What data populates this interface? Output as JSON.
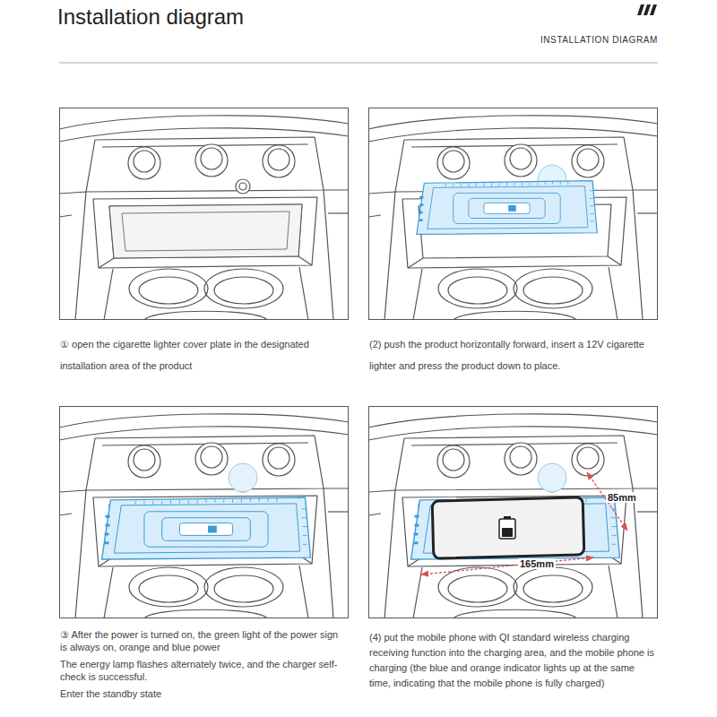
{
  "diagram": {
    "title": "Installation diagram",
    "nodes": [
      {
        "text": [
          "① open the cigarette lighter cover plate in the designated installation area of the product"
        ]
      },
      {
        "text": [
          "(2) push the product horizontally forward, insert a 12V cigarette lighter and press the product down to place."
        ]
      },
      {
        "text": [
          "③ After the power is turned on, the green light of the power sign is always on, orange and blue power",
          "The energy lamp flashes alternately twice, and the charger self-check is successful.",
          "Enter the standby state"
        ]
      },
      {
        "text": [
          "(4) put the mobile phone with QI standard wireless charging receiving function into the charging area, and the mobile phone is charging (the blue and orange indicator lights up at the same time, indicating that the mobile phone is fully charged)"
        ]
      }
    ],
    "labels": [
      "INSTALLATION DIAGRAM",
      "85mm",
      "165mm"
    ]
  }
}
